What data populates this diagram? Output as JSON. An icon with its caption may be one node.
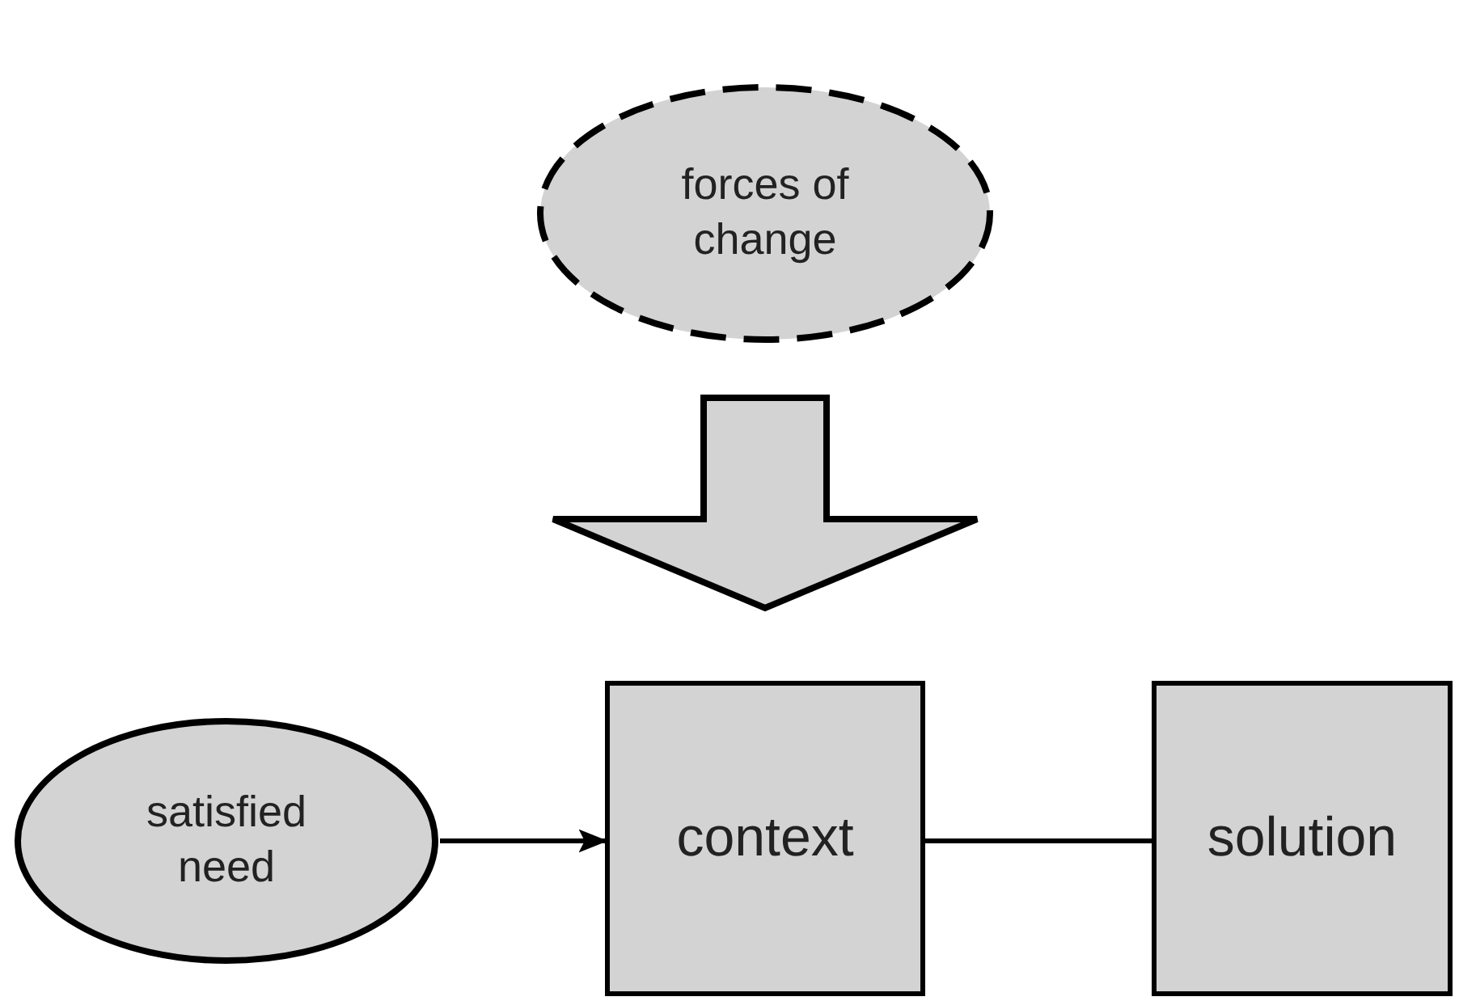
{
  "diagram": {
    "nodes": [
      {
        "text": [
          "forces of change"
        ]
      },
      {
        "text": [
          "satisfied need"
        ]
      },
      {
        "text": [
          "context"
        ]
      },
      {
        "text": [
          "solution"
        ]
      }
    ],
    "edges": [
      {
        "from": 0,
        "to": 2,
        "arrow": "to",
        "style": "thick"
      },
      {
        "from": 1,
        "to": 2,
        "arrow": "to"
      },
      {
        "from": 2,
        "to": 3,
        "arrow": "none"
      }
    ]
  }
}
